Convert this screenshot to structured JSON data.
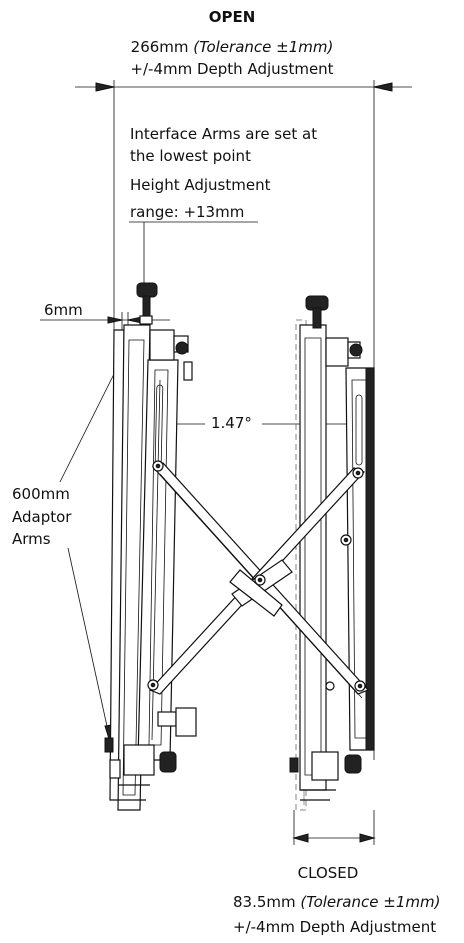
{
  "open": {
    "heading": "OPEN",
    "width": "266mm",
    "tolerance": "(Tolerance ±1mm)",
    "depth": "+/-4mm Depth Adjustment"
  },
  "notes": {
    "interface_line1": "Interface Arms are set at",
    "interface_line2": "the lowest point",
    "height_line1": "Height Adjustment",
    "height_line2": "range: +13mm"
  },
  "dims": {
    "gap": "6mm",
    "angle": "1.47°"
  },
  "adaptor": {
    "line1": "600mm",
    "line2": "Adaptor",
    "line3": "Arms"
  },
  "closed": {
    "heading": "CLOSED",
    "width": "83.5mm",
    "tolerance": "(Tolerance ±1mm)",
    "depth": "+/-4mm Depth Adjustment"
  }
}
